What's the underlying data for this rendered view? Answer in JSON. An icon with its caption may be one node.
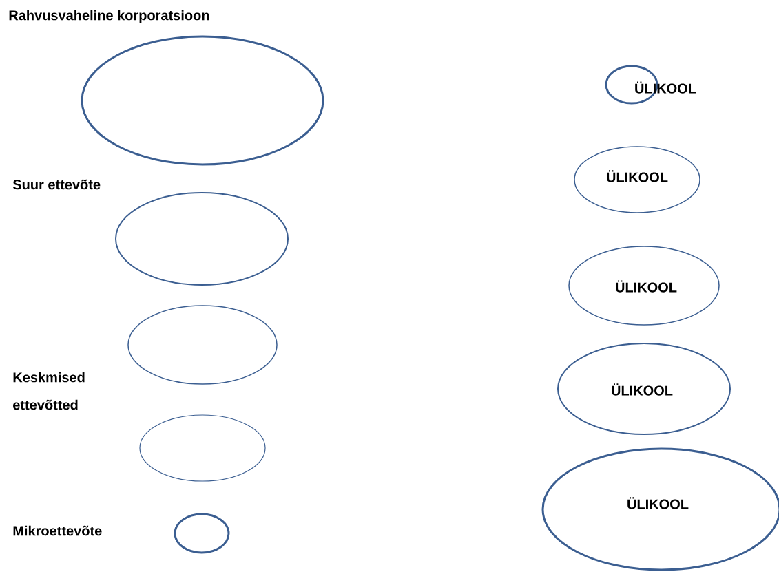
{
  "diagram": {
    "nodes": [
      {
        "text": [],
        "shape": "ellipse"
      },
      {
        "text": [],
        "shape": "ellipse"
      },
      {
        "text": [],
        "shape": "ellipse"
      },
      {
        "text": [],
        "shape": "ellipse"
      },
      {
        "text": [],
        "shape": "ellipse"
      },
      {
        "text": [
          "ÜLIKOOL"
        ]
      },
      {
        "text": [
          "ÜLIKOOL"
        ]
      },
      {
        "text": [
          "ÜLIKOOL"
        ]
      },
      {
        "text": [
          "ÜLIKOOL"
        ]
      },
      {
        "text": [
          "ÜLIKOOL"
        ]
      }
    ],
    "labels": [
      "Rahvusvaheline korporatsioon",
      "Suur ettevõte",
      "Keskmised ettevõtted",
      "Mikroettevõte"
    ]
  }
}
